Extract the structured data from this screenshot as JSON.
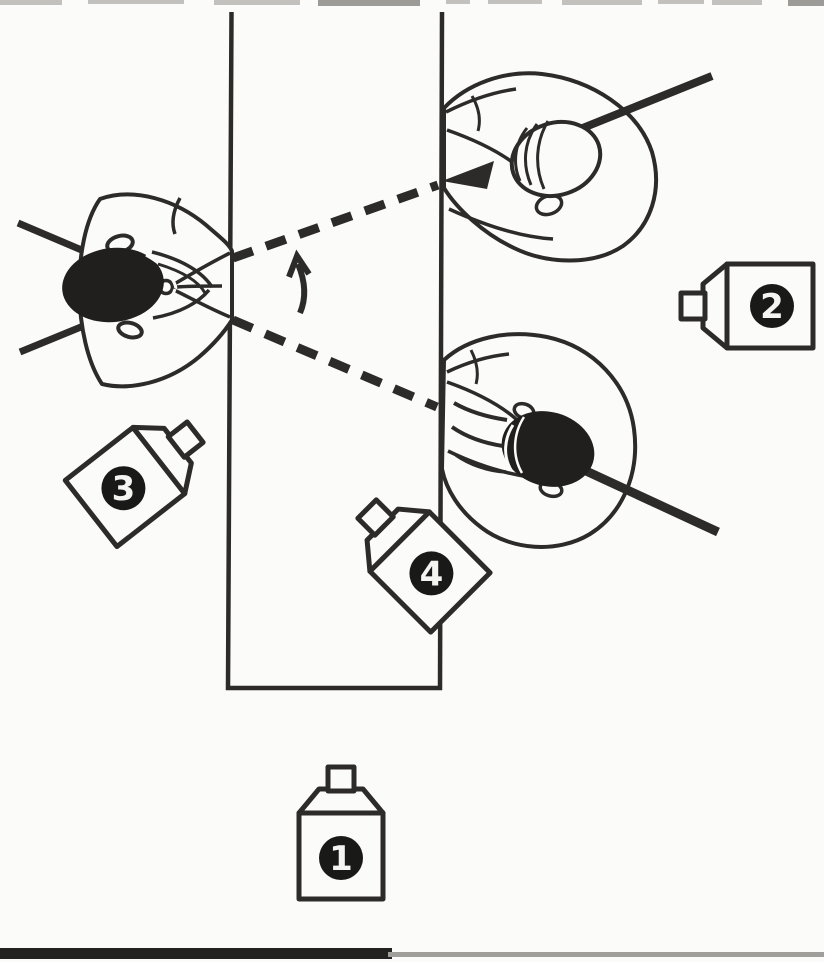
{
  "figure": {
    "kind": "overhead-camera-blocking-diagram",
    "description": "Top view of three seated figures at a long table. One dark-haired figure on the left faces two figures on the right across the table. Two dashed eyelines cross the table and a curved arrow marks the eyeline shift upward. Four numbered film cameras are placed around the scene.",
    "ink_color": "#2d2b29",
    "paper_color": "#fbfbf9",
    "head_color": "#201f1d",
    "badge_color": "#191918",
    "badge_text_color": "#f4f4f1",
    "table": {
      "shape": "long vertical rectangle, open at the top edge of the frame"
    },
    "people": [
      {
        "id": "person-left",
        "hair": "dark",
        "side": "left of table",
        "facing": "right"
      },
      {
        "id": "person-top-right",
        "hair": "light",
        "side": "right of table, upper",
        "facing": "left"
      },
      {
        "id": "person-bottom-right",
        "hair": "dark",
        "side": "right of table, lower",
        "facing": "left"
      }
    ],
    "sight_lines": {
      "style": "dashed",
      "count": 2,
      "from": "person-left",
      "to": [
        "person-top-right",
        "person-bottom-right"
      ]
    },
    "arrow": {
      "style": "curved",
      "direction": "up"
    },
    "cameras": [
      {
        "label": "1",
        "badge": "black circle, white numeral",
        "position": "bottom center",
        "facing": "up"
      },
      {
        "label": "2",
        "badge": "black circle, white numeral",
        "position": "middle right",
        "facing": "left"
      },
      {
        "label": "3",
        "badge": "black circle, white numeral",
        "position": "middle left",
        "facing": "upper right"
      },
      {
        "label": "4",
        "badge": "black circle, white numeral",
        "position": "right of table bottom corner",
        "facing": "upper left"
      }
    ]
  }
}
